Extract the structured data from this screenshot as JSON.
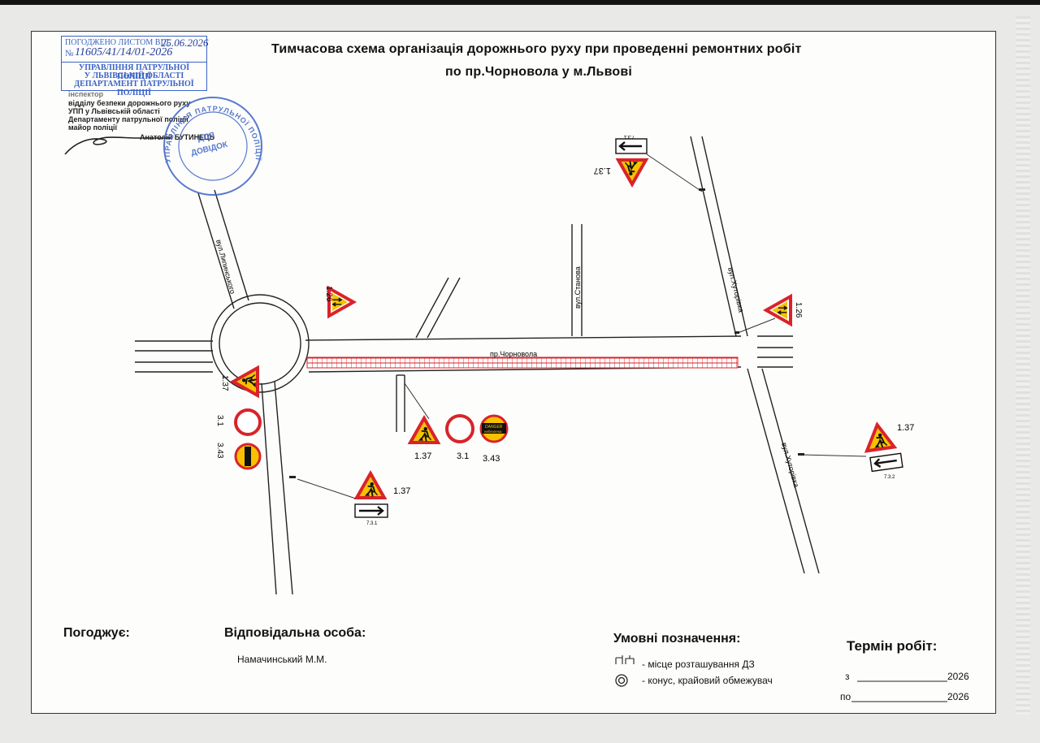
{
  "title": {
    "line1": "Тимчасова схема організація дорожнього руху при проведенні ремонтних робіт",
    "line2": "по пр.Чорновола  у  м.Львові"
  },
  "stamp": {
    "line1": "ПОГОДЖЕНО ЛИСТОМ ВІД",
    "date": "25.06.2026",
    "line2": "№",
    "number": "11605/41/14/01-2026",
    "org1": "УПРАВЛІННЯ ПАТРУЛЬНОЇ ПОЛІЦІЇ",
    "org2": "У ЛЬВІВСЬКІЙ ОБЛАСТІ",
    "org3": "ДЕПАРТАМЕНТ ПАТРУЛЬНОЇ ПОЛІЦІЇ"
  },
  "signature": {
    "line0": "інспектор",
    "line1": "відділу безпеки дорожнього руху",
    "line2": "УПП у Львівській області",
    "line3": "Департаменту патрульної поліції",
    "line4": "майор поліції",
    "name": "Анатолій БУТИНЕЦЬ"
  },
  "seal": {
    "ring": "УПРАВЛІННЯ ПАТРУЛЬНОЇ ПОЛІЦІЇ У ЛЬВІВСЬКІЙ ОБЛАСТІ ДЕПАРТАМЕНТ",
    "center1": "ДЛЯ",
    "center2": "ДОВІДОК"
  },
  "streets": {
    "chornovola": "пр.Чорновола",
    "stanova": "вул.Станова",
    "left_street": "вул.Липинського",
    "upper_right": "вул.Хуторівка",
    "lower_right": "вул.Хуторівка"
  },
  "signs": {
    "s137": "1.37",
    "s126": "1.26",
    "s31": "3.1",
    "s343": "3.43",
    "p731": "7.3.1",
    "p732": "7.3.2",
    "danger1": "DANGER",
    "danger2": "небезпека"
  },
  "footer": {
    "agrees": "Погоджує:",
    "responsible": "Відповідальна особа:",
    "responsible_name": "Намачинський М.М.",
    "legend_title": "Умовні позначення:",
    "legend_item1": "- місце розташування ДЗ",
    "legend_item2": "- конус, крайовий обмежувач",
    "term_title": "Термін робіт:",
    "from_label": "з",
    "from_year": "2026",
    "to_label": "по",
    "to_year": "2026"
  },
  "colors": {
    "sign_red": "#d9232a",
    "sign_yellow": "#f6c200",
    "stamp_blue": "#3b63c6",
    "work_zone_red": "#d9232a"
  }
}
